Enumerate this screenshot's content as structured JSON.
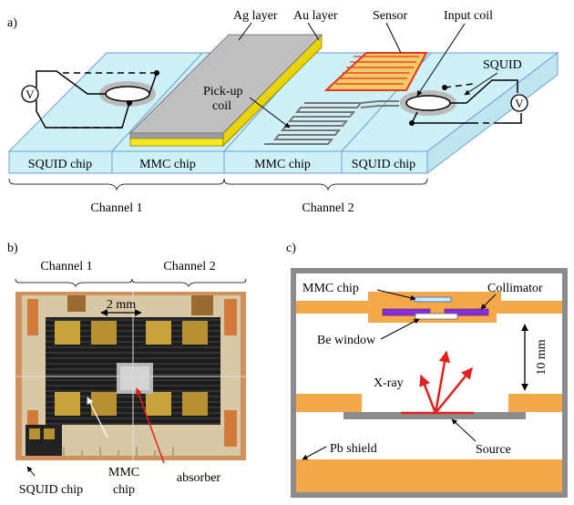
{
  "panel_a": {
    "letter": "a)",
    "labels": {
      "ag_layer": "Ag layer",
      "au_layer": "Au layer",
      "sensor": "Sensor",
      "input_coil": "Input coil",
      "squid": "SQUID",
      "pickup_line1": "Pick-up",
      "pickup_line2": "coil",
      "voltmeter_symbol": "V"
    },
    "chips": [
      "SQUID chip",
      "MMC chip",
      "MMC chip",
      "SQUID chip"
    ],
    "channels": [
      "Channel 1",
      "Channel 2"
    ]
  },
  "panel_b": {
    "letter": "b)",
    "channels": [
      "Channel 1",
      "Channel 2"
    ],
    "scale": "2 mm",
    "labels": {
      "squid_chip": "SQUID chip",
      "mmc_line1": "MMC",
      "mmc_line2": "chip",
      "absorber": "absorber"
    }
  },
  "panel_c": {
    "letter": "c)",
    "labels": {
      "mmc_chip": "MMC chip",
      "collimator": "Collimator",
      "be_window": "Be window",
      "distance": "10 mm",
      "xray": "X-ray",
      "source": "Source",
      "pb_shield": "Pb shield"
    }
  },
  "colors": {
    "chip_face": "#cdf1f7",
    "chip_edge": "#6f9fd8",
    "gold": "#f7e81a",
    "silver": "#c0c0c0",
    "pb_orange": "#f5a84a",
    "collimator": "#8a2be2",
    "xray": "#e32020"
  }
}
